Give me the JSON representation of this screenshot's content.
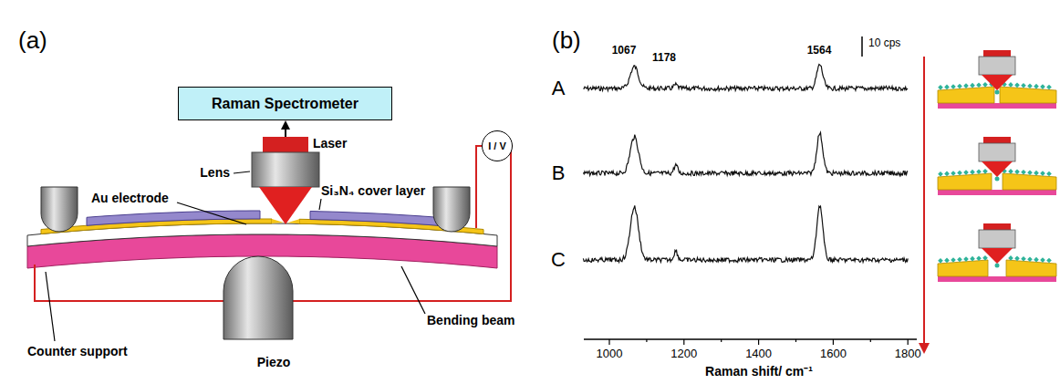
{
  "diagram": {
    "nodes": [
      {
        "text": [
          "Raman Spectrometer"
        ]
      },
      {
        "text": [
          "I / V"
        ]
      }
    ],
    "labels": [
      "(a)",
      "(b)",
      "Laser",
      "Lens",
      "Au electrode",
      "Si₃N₄ cover layer",
      "Counter support",
      "Piezo",
      "Bending beam",
      "1067",
      "1178",
      "1564",
      "10 cps",
      "A",
      "B",
      "C",
      "1000",
      "1200",
      "1400",
      "1600",
      "1800",
      "Raman shift/ cm⁻¹"
    ]
  }
}
